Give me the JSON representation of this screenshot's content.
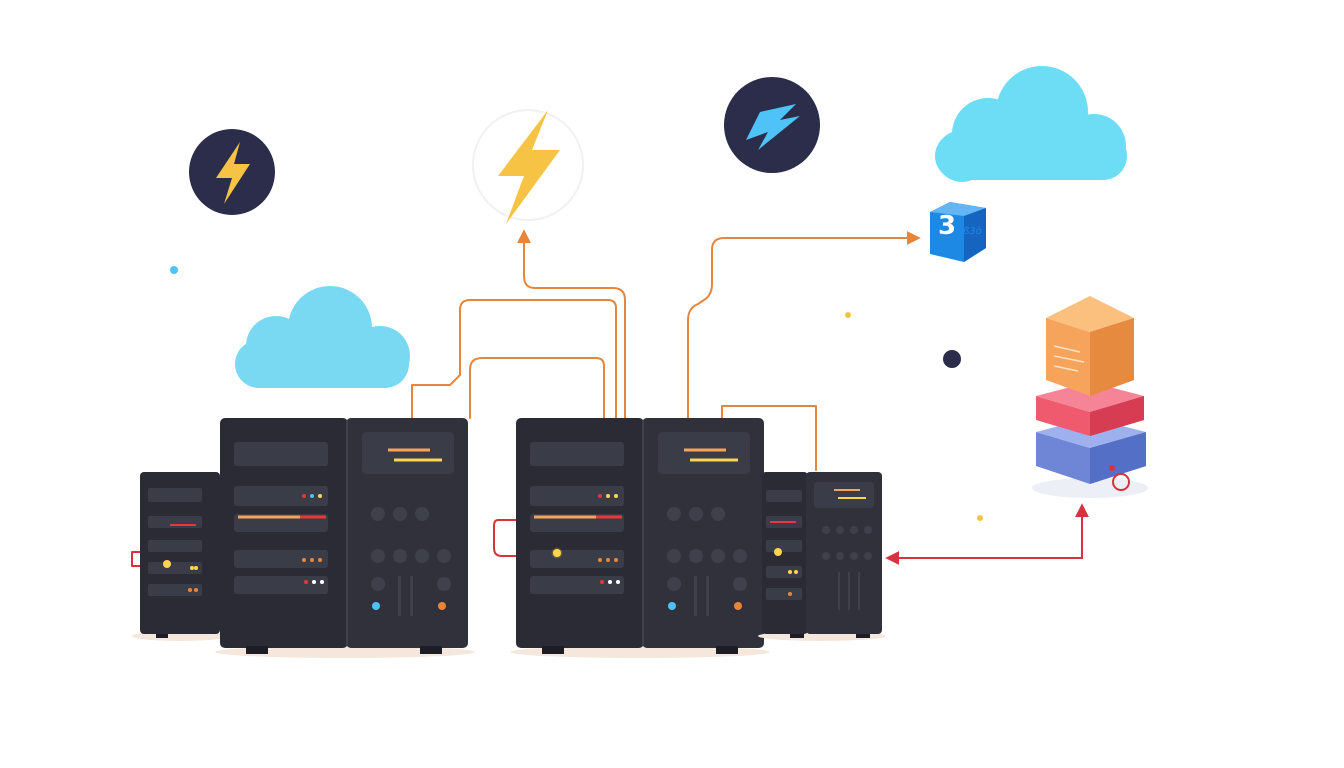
{
  "diagram": {
    "cube_badge": {
      "number": "3",
      "subtext": "ß3ò"
    },
    "icons": [
      {
        "name": "lightning-badge-left",
        "icon": "lightning-icon",
        "color": "#f6c344",
        "bg": "#2b2d4a"
      },
      {
        "name": "lightning-standalone",
        "icon": "lightning-icon",
        "color": "#f6c344"
      },
      {
        "name": "lightning-badge-right",
        "icon": "lightning-icon",
        "color": "#4fc3f7",
        "bg": "#2b2d4a"
      }
    ],
    "clouds": [
      {
        "name": "cloud-top-right",
        "color": "#6ddcf5"
      },
      {
        "name": "cloud-left",
        "color": "#7ad9f2"
      }
    ],
    "servers": [
      {
        "name": "server-rack-left-small"
      },
      {
        "name": "server-rack-left-main"
      },
      {
        "name": "server-rack-center-main"
      },
      {
        "name": "server-rack-right-small"
      }
    ],
    "database_stack": {
      "layers": [
        "#f6a35c",
        "#ef5a6f",
        "#6f86d6"
      ]
    },
    "colors": {
      "server_body": "#2a2b34",
      "connector_orange": "#e8853a",
      "connector_red": "#d9323f",
      "led_yellow": "#ffd54f",
      "led_red": "#e53935",
      "led_blue": "#4fc3f7"
    }
  }
}
